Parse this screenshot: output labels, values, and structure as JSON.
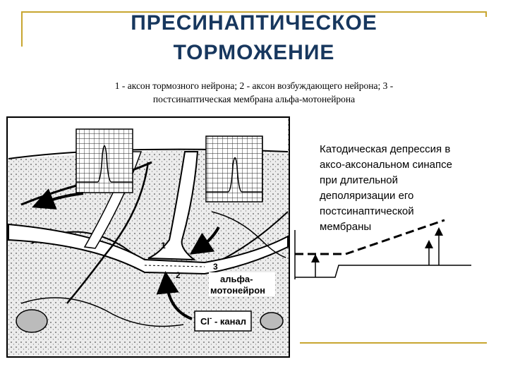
{
  "title_line1": "ПРЕСИНАПТИЧЕСКОЕ",
  "title_line2": "ТОРМОЖЕНИЕ",
  "caption_line1": "1 - аксон тормозного нейрона;  2 - аксон возбуждающего нейрона; 3 -",
  "caption_line2": "постсинаптическая мембрана альфа-мотонейрона",
  "figure": {
    "num1": "1",
    "num2": "2",
    "num3": "3",
    "neuron_label_line1": "альфа-",
    "neuron_label_line2": "мотонейрон",
    "channel_label": "Cl",
    "channel_sup": "-",
    "channel_suffix": " - канал"
  },
  "side_text": [
    "Катодическая депрессия в",
    "аксо-аксональном синапсе",
    "при длительной",
    "деполяризации его",
    "постсинаптической",
    "мембраны"
  ],
  "colors": {
    "title": "#17375e",
    "frame": "#c8a630"
  }
}
